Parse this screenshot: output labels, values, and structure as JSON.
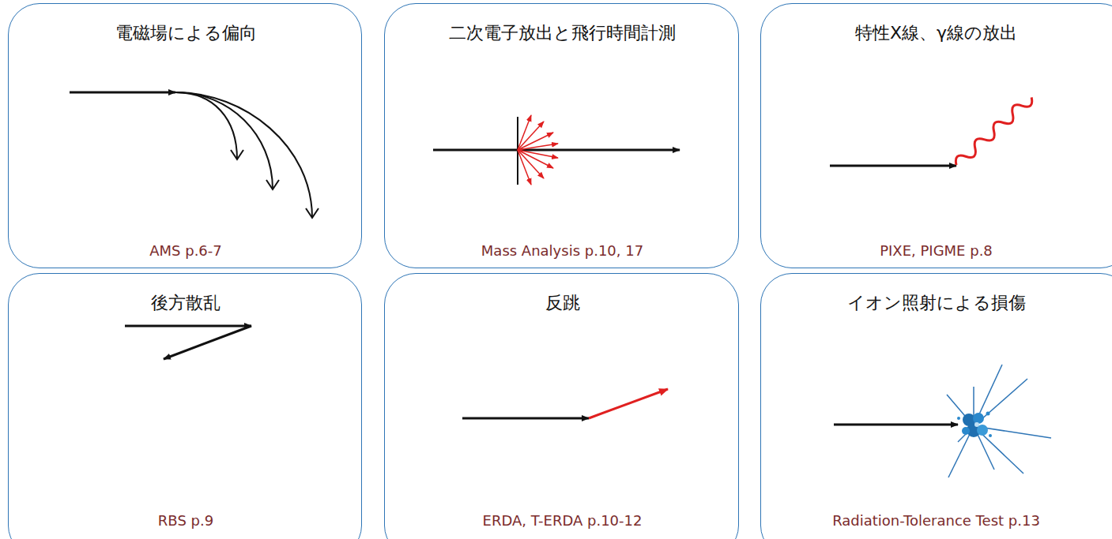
{
  "diagram": {
    "nodes": [
      {
        "text": [
          "電磁場による偏向",
          "AMS p.6-7"
        ]
      },
      {
        "text": [
          "二次電子放出と飛行時間計測",
          "Mass Analysis p.10, 17"
        ]
      },
      {
        "text": [
          "特性X線、γ線の放出",
          "PIXE, PIGME p.8"
        ]
      },
      {
        "text": [
          "後方散乱",
          "RBS p.9"
        ]
      },
      {
        "text": [
          "反跳",
          "ERDA, T-ERDA p.10-12"
        ]
      },
      {
        "text": [
          "イオン照射による損傷",
          "Radiation-Tolerance Test p.13"
        ]
      }
    ]
  }
}
